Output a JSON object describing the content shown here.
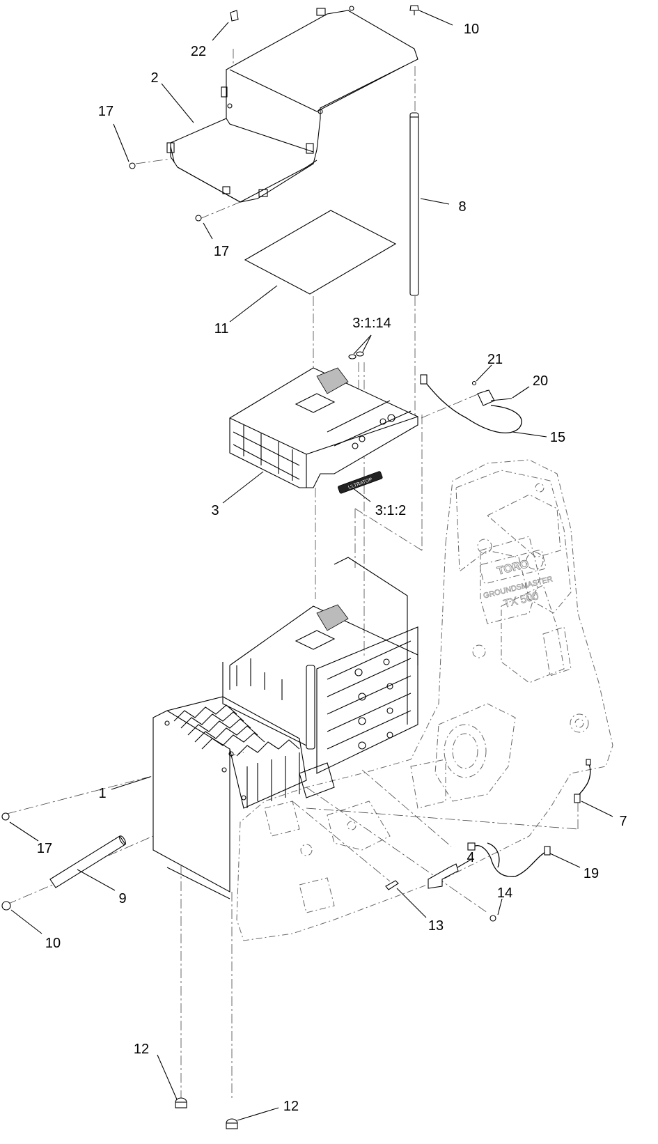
{
  "callouts": {
    "c22": "22",
    "c10_top": "10",
    "c2": "2",
    "c17_top": "17",
    "c8": "8",
    "c17_mid": "17",
    "c11": "11",
    "c3_1_14": "3:1:14",
    "c21": "21",
    "c20": "20",
    "c15": "15",
    "c3": "3",
    "c3_1_2": "3:1:2",
    "c1": "1",
    "c7": "7",
    "c17_bot": "17",
    "c4": "4",
    "c19": "19",
    "c9": "9",
    "c14": "14",
    "c13": "13",
    "c10_bot": "10",
    "c12_left": "12",
    "c12_right": "12"
  },
  "frame_lettering": {
    "logo": "TORO",
    "model_line1": "GROUNDSMASTER",
    "model_line2": "TX 500"
  },
  "battery_label": "ULTRATOP"
}
